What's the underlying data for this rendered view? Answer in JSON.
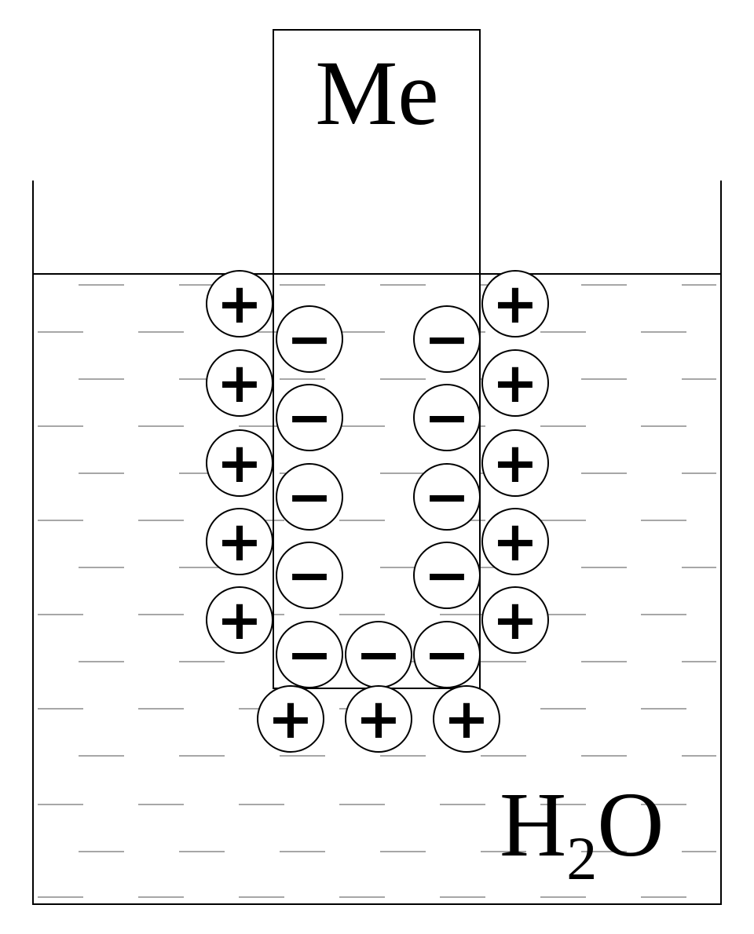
{
  "labels": {
    "metal": "Me",
    "solvent_main": "H",
    "solvent_sub": "2",
    "solvent_tail": "O"
  },
  "ions": {
    "cation_sign": "+",
    "anion_sign": "−"
  },
  "colors": {
    "ink": "#000000",
    "water_dash": "#8a8a8a",
    "background": "#ffffff"
  }
}
